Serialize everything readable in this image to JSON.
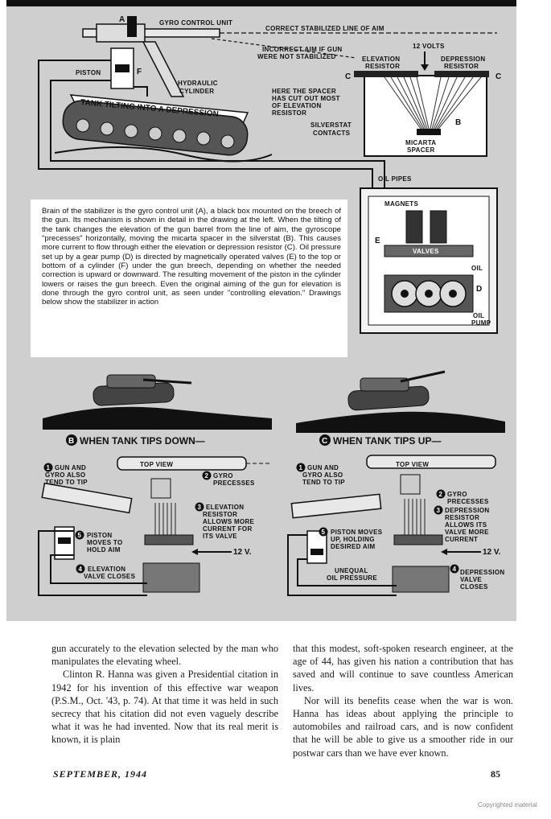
{
  "top_diagram": {
    "label_a": "A",
    "gyro_control_unit": "GYRO CONTROL UNIT",
    "correct_line": "CORRECT STABILIZED LINE OF AIM",
    "incorrect_aim_1": "INCORRECT AIM IF GUN",
    "incorrect_aim_2": "WERE NOT STABILIZED",
    "piston": "PISTON",
    "label_f": "F",
    "hydraulic_1": "HYDRAULIC",
    "hydraulic_2": "CYLINDER",
    "tank_tilting": "TANK TILTING INTO A DEPRESSION",
    "volts": "12 VOLTS",
    "elev_res_1": "ELEVATION",
    "elev_res_2": "RESISTOR",
    "dep_res_1": "DEPRESSION",
    "dep_res_2": "RESISTOR",
    "label_c": "C",
    "spacer_note_1": "HERE THE SPACER",
    "spacer_note_2": "HAS CUT OUT MOST",
    "spacer_note_3": "OF ELEVATION",
    "spacer_note_4": "RESISTOR",
    "label_b": "B",
    "silverstat_1": "SILVERSTAT",
    "silverstat_2": "CONTACTS",
    "micarta_1": "MICARTA",
    "micarta_2": "SPACER",
    "oil_pipes": "OIL PIPES",
    "magnets": "MAGNETS",
    "label_e": "E",
    "valves": "VALVES",
    "oil": "OIL",
    "label_d": "D",
    "oil_pump_1": "OIL",
    "oil_pump_2": "PUMP"
  },
  "caption": "Brain of the stabilizer is the gyro control unit (A), a black box mounted on the breech of the gun. Its mechanism is shown in detail in the drawing at the left. When the tilting of the tank changes the elevation of the gun barrel from the line of aim, the gyroscope \"precesses\" horizontally, moving the micarta spacer in the silverstat (B). This causes more current to flow through either the elevation or depression resistor (C). Oil pressure set up by a gear pump (D) is directed by magnetically operated valves (E) to the top or bottom of a cylinder (F) under the gun breech, depending on whether the needed correction is upward or downward. The resulting movement of the piston in the cylinder lowers or raises the gun breech. Even the original aiming of the gun for elevation is done through the gyro control unit, as seen under \"controlling elevation.\" Drawings below show the stabilizer in action",
  "panel_b": {
    "badge": "B",
    "title": "WHEN TANK TIPS DOWN—",
    "top_view": "TOP VIEW",
    "s1_num": "1",
    "s1_a": "GUN AND",
    "s1_b": "GYRO ALSO",
    "s1_c": "TEND TO TIP",
    "s2_num": "2",
    "s2_a": "GYRO",
    "s2_b": "PRECESSES",
    "s3_num": "3",
    "s3_a": "ELEVATION",
    "s3_b": "RESISTOR",
    "s3_c": "ALLOWS MORE",
    "s3_d": "CURRENT FOR",
    "s3_e": "ITS VALVE",
    "volts": "12 V.",
    "s5_num": "5",
    "s5_a": "PISTON",
    "s5_b": "MOVES TO",
    "s5_c": "HOLD AIM",
    "s4_num": "4",
    "s4_a": "ELEVATION",
    "s4_b": "VALVE CLOSES"
  },
  "panel_c": {
    "badge": "C",
    "title": "WHEN TANK TIPS UP—",
    "top_view": "TOP VIEW",
    "s1_num": "1",
    "s1_a": "GUN AND",
    "s1_b": "GYRO ALSO",
    "s1_c": "TEND TO TIP",
    "s2_num": "2",
    "s2_a": "GYRO",
    "s2_b": "PRECESSES",
    "s3_num": "3",
    "s3_a": "DEPRESSION",
    "s3_b": "RESISTOR",
    "s3_c": "ALLOWS ITS",
    "s3_d": "VALVE MORE",
    "s3_e": "CURRENT",
    "volts": "12 V.",
    "s5_num": "5",
    "s5_a": "PISTON MOVES",
    "s5_b": "UP, HOLDING",
    "s5_c": "DESIRED AIM",
    "unequal_a": "UNEQUAL",
    "unequal_b": "OIL PRESSURE",
    "s4_num": "4",
    "s4_a": "DEPRESSION",
    "s4_b": "VALVE",
    "s4_c": "CLOSES"
  },
  "body": {
    "left_p1": "gun accurately to the elevation selected by the man who manipulates the elevating wheel.",
    "left_p2": "Clinton R. Hanna was given a Presidential citation in 1942 for his invention of this effective war weapon (P.S.M., Oct. '43, p. 74). At that time it was held in such secrecy that his citation did not even vaguely describe what it was he had invented. Now that its real merit is known, it is plain",
    "right_p1": "that this modest, soft-spoken research engineer, at the age of 44, has given his nation a contribution that has saved and will continue to save countless American lives.",
    "right_p2": "Nor will its benefits cease when the war is won. Hanna has ideas about applying the principle to automobiles and railroad cars, and is now confident that he will be able to give us a smoother ride in our postwar cars than we have ever known."
  },
  "footer": {
    "date": "SEPTEMBER, 1944",
    "page_number": "85",
    "copyright": "Copyrighted material"
  }
}
